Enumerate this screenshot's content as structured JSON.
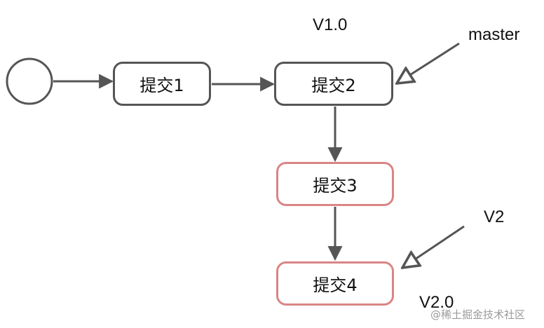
{
  "diagram": {
    "nodes": [
      {
        "id": "commit1",
        "label": "提交1",
        "style": "gray"
      },
      {
        "id": "commit2",
        "label": "提交2",
        "style": "gray"
      },
      {
        "id": "commit3",
        "label": "提交3",
        "style": "red"
      },
      {
        "id": "commit4",
        "label": "提交4",
        "style": "red"
      }
    ],
    "labels": {
      "v1": "V1.0",
      "master": "master",
      "v2": "V2",
      "v20": "V2.0"
    },
    "edges": [
      {
        "from": "start",
        "to": "commit1"
      },
      {
        "from": "commit1",
        "to": "commit2"
      },
      {
        "from": "commit2",
        "to": "commit3"
      },
      {
        "from": "commit3",
        "to": "commit4"
      },
      {
        "from": "master",
        "to": "commit2",
        "style": "hollow-arrow"
      },
      {
        "from": "V2",
        "to": "commit4",
        "style": "hollow-arrow"
      }
    ],
    "colors": {
      "gray": "#555555",
      "red": "#d98585"
    }
  },
  "watermark": "@稀土掘金技术社区"
}
